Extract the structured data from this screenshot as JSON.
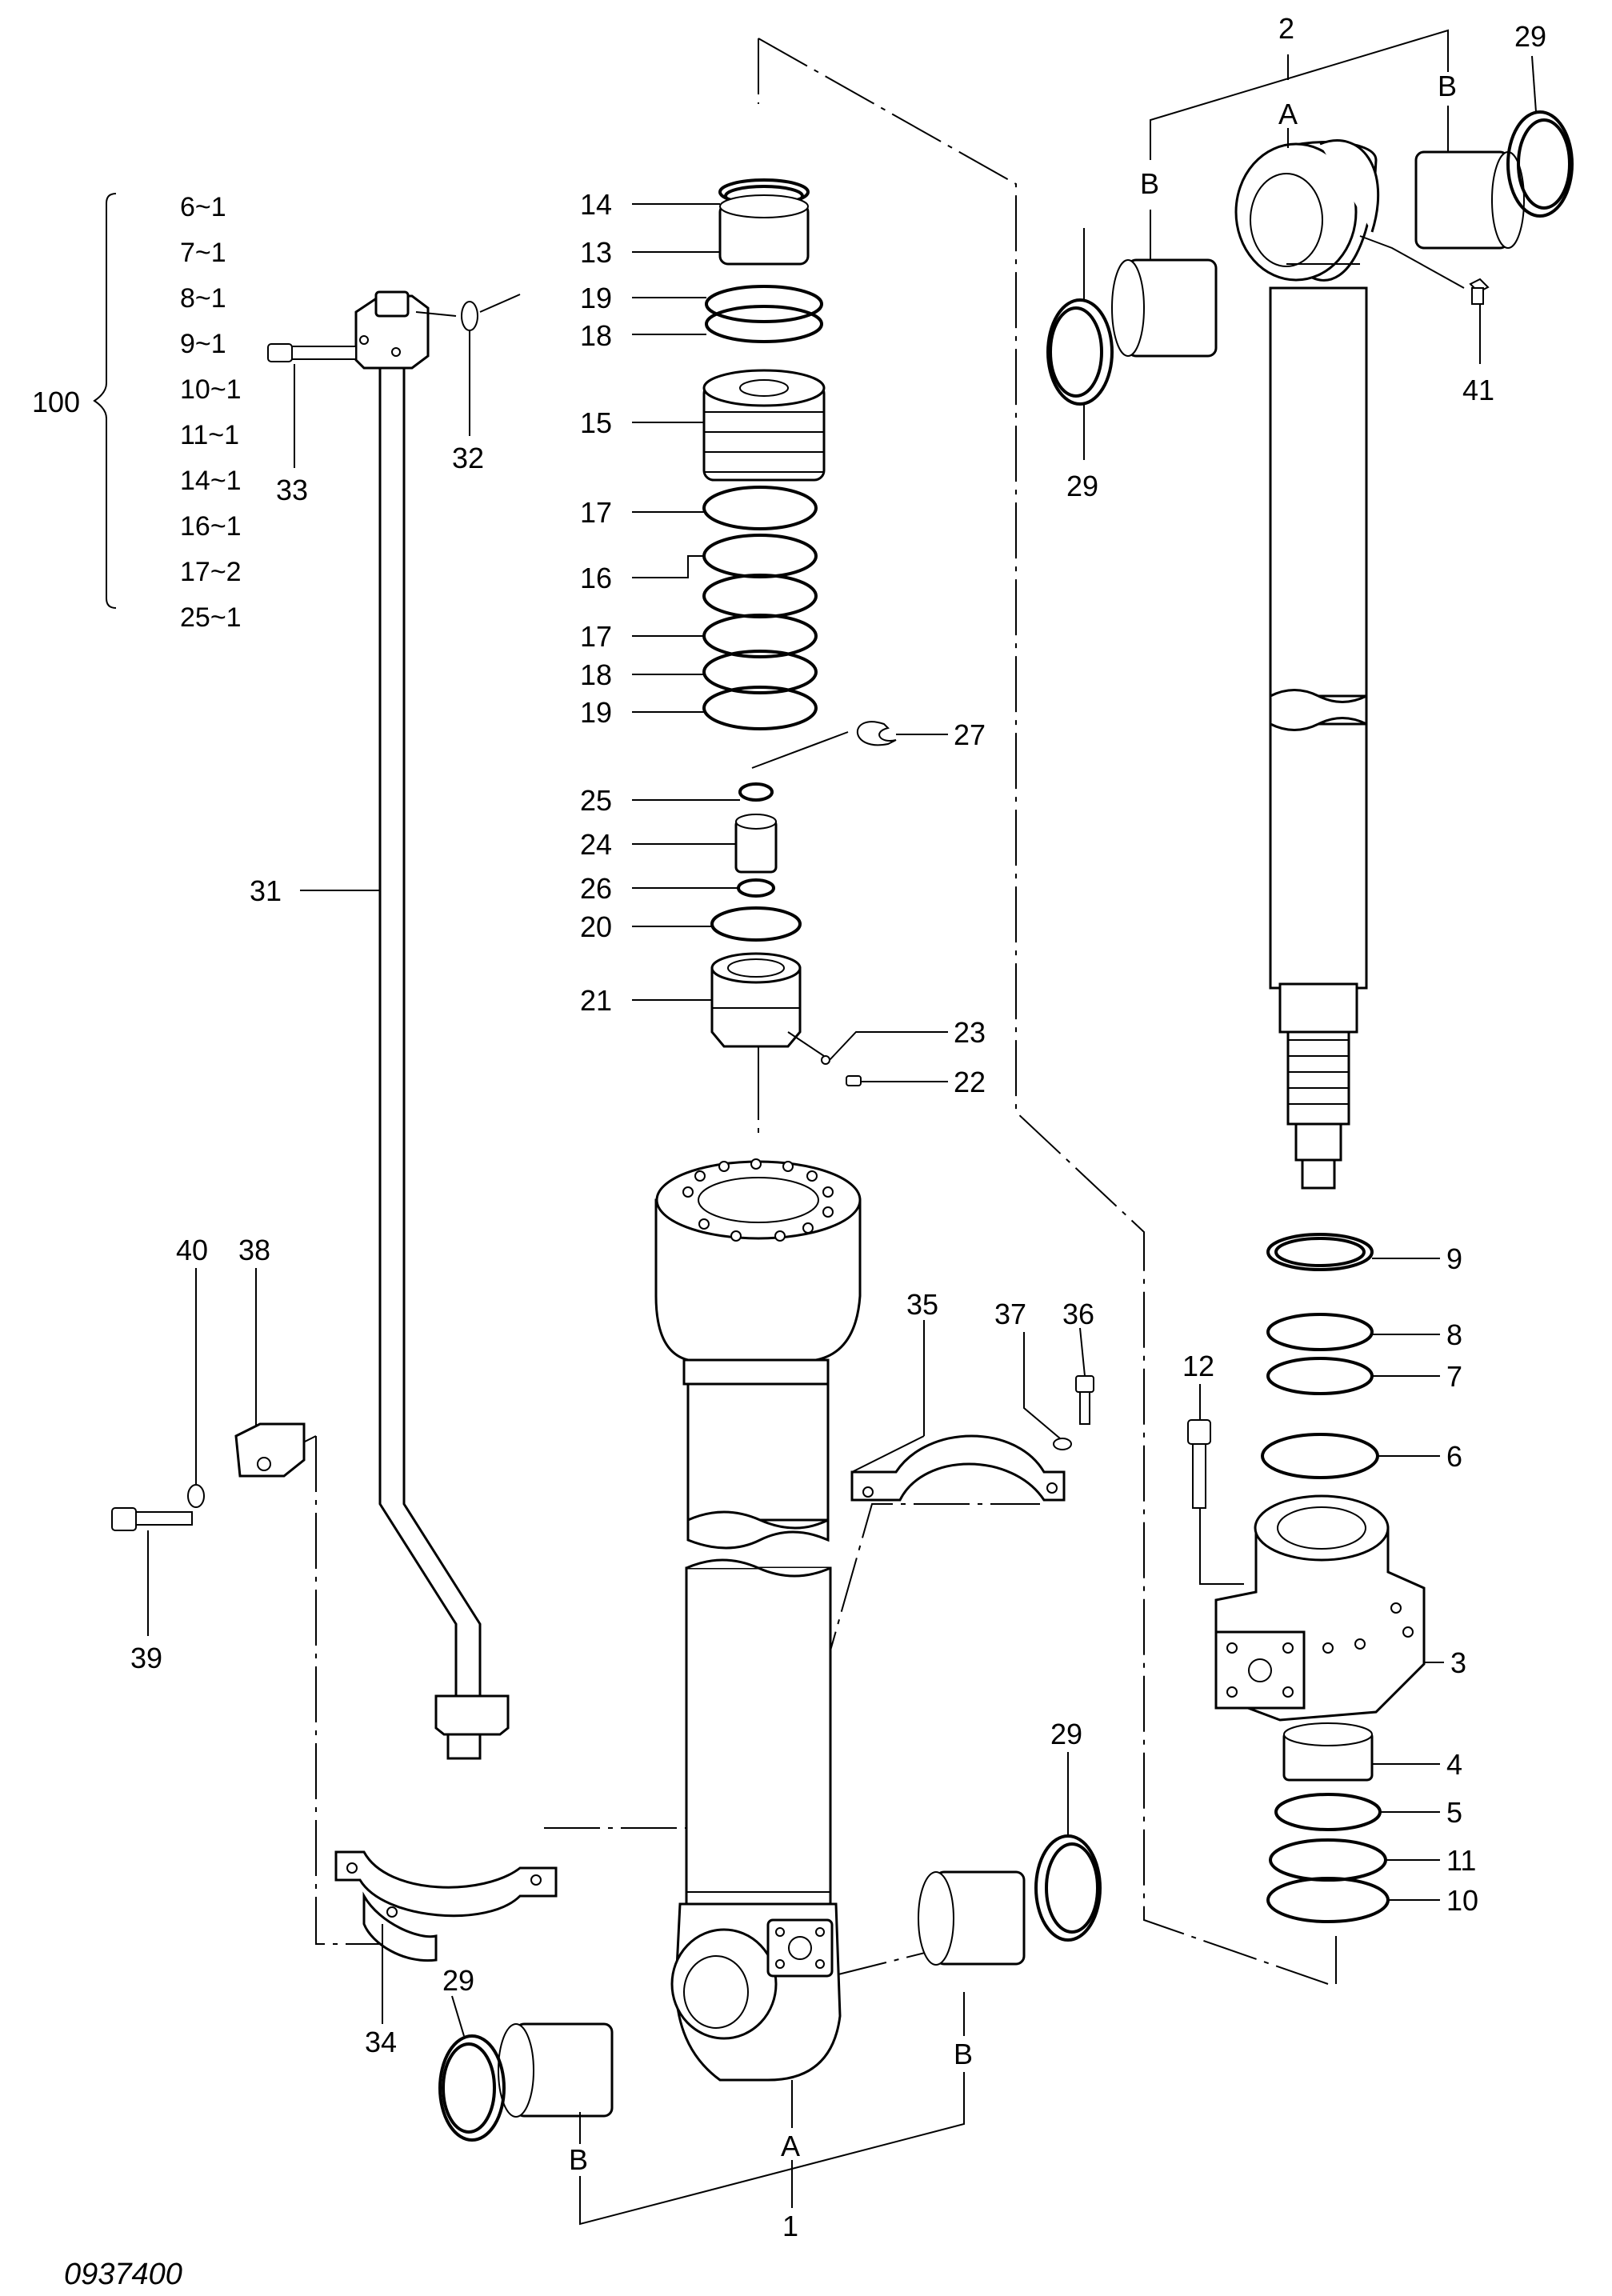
{
  "drawing_code": "0937400",
  "kit": {
    "number": "100",
    "items": [
      "6~1",
      "7~1",
      "8~1",
      "9~1",
      "10~1",
      "11~1",
      "14~1",
      "16~1",
      "17~2",
      "25~1"
    ]
  },
  "callouts": {
    "c1": "1",
    "c2": "2",
    "c3": "3",
    "c4": "4",
    "c5": "5",
    "c6": "6",
    "c7": "7",
    "c8": "8",
    "c9": "9",
    "c10": "10",
    "c11": "11",
    "c12": "12",
    "c13": "13",
    "c14": "14",
    "c15": "15",
    "c16": "16",
    "c17a": "17",
    "c17b": "17",
    "c18a": "18",
    "c18b": "18",
    "c19a": "19",
    "c19b": "19",
    "c20": "20",
    "c21": "21",
    "c22": "22",
    "c23": "23",
    "c24": "24",
    "c25": "25",
    "c26": "26",
    "c27": "27",
    "c29a": "29",
    "c29b": "29",
    "c29c": "29",
    "c29d": "29",
    "c31": "31",
    "c32": "32",
    "c33": "33",
    "c34": "34",
    "c35": "35",
    "c36": "36",
    "c37": "37",
    "c38": "38",
    "c39": "39",
    "c40": "40",
    "c41": "41"
  },
  "view_labels": {
    "a_top": "A",
    "b_top_left": "B",
    "b_top_right": "B",
    "a_bottom": "A",
    "b_bottom_left": "B",
    "b_bottom_right": "B"
  }
}
